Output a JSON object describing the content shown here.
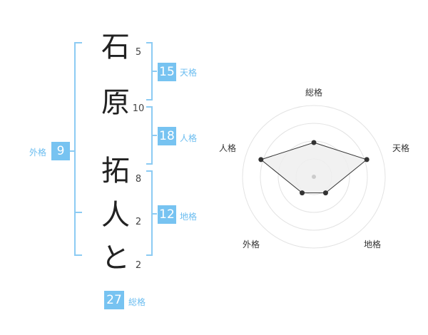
{
  "name": {
    "chars": [
      {
        "char": "石",
        "strokes": "5"
      },
      {
        "char": "原",
        "strokes": "10"
      },
      {
        "char": "拓",
        "strokes": "8"
      },
      {
        "char": "人",
        "strokes": "2"
      },
      {
        "char": "と",
        "strokes": "2"
      }
    ]
  },
  "fortune": {
    "tenkaku": {
      "value": "15",
      "label": "天格"
    },
    "jinkaku": {
      "value": "18",
      "label": "人格"
    },
    "chikaku": {
      "value": "12",
      "label": "地格"
    },
    "gaikaku": {
      "value": "9",
      "label": "外格"
    },
    "soukaku": {
      "value": "27",
      "label": "総格"
    }
  },
  "colors": {
    "accent": "#77c3f1",
    "bracket": "#8ccbf3"
  },
  "chart_data": {
    "type": "radar",
    "axes": [
      "総格",
      "天格",
      "地格",
      "外格",
      "人格"
    ],
    "levels": 4,
    "values": [
      2.4,
      3.9,
      1.4,
      1.4,
      3.9
    ],
    "max": 5
  }
}
